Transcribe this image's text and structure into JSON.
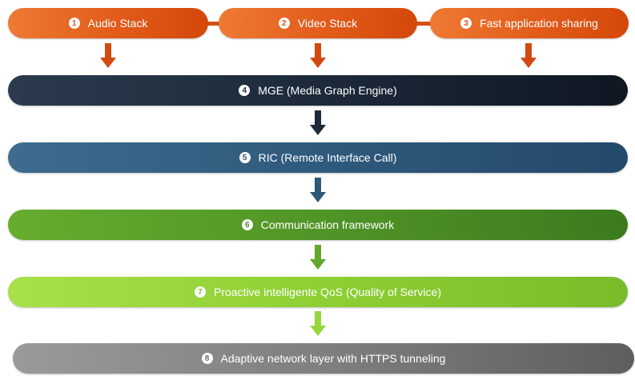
{
  "stacks": [
    {
      "number": "1",
      "label": "Audio Stack"
    },
    {
      "number": "2",
      "label": "Video Stack"
    },
    {
      "number": "3",
      "label": "Fast application sharing"
    }
  ],
  "layers": [
    {
      "number": "4",
      "label": "MGE (Media Graph Engine)"
    },
    {
      "number": "5",
      "label": "RIC (Remote Interface Call)"
    },
    {
      "number": "6",
      "label": "Communication framework"
    },
    {
      "number": "7",
      "label": "Proactive intelligente QoS (Quality of Service)"
    },
    {
      "number": "8",
      "label": "Adaptive network layer with HTTPS tunneling"
    }
  ],
  "colors": {
    "stacks": "#e35d1c",
    "mge": "#1b2838",
    "ric": "#2f5a7c",
    "communication": "#4f9226",
    "qos": "#8fcf34",
    "network": "#7f7f7f"
  }
}
